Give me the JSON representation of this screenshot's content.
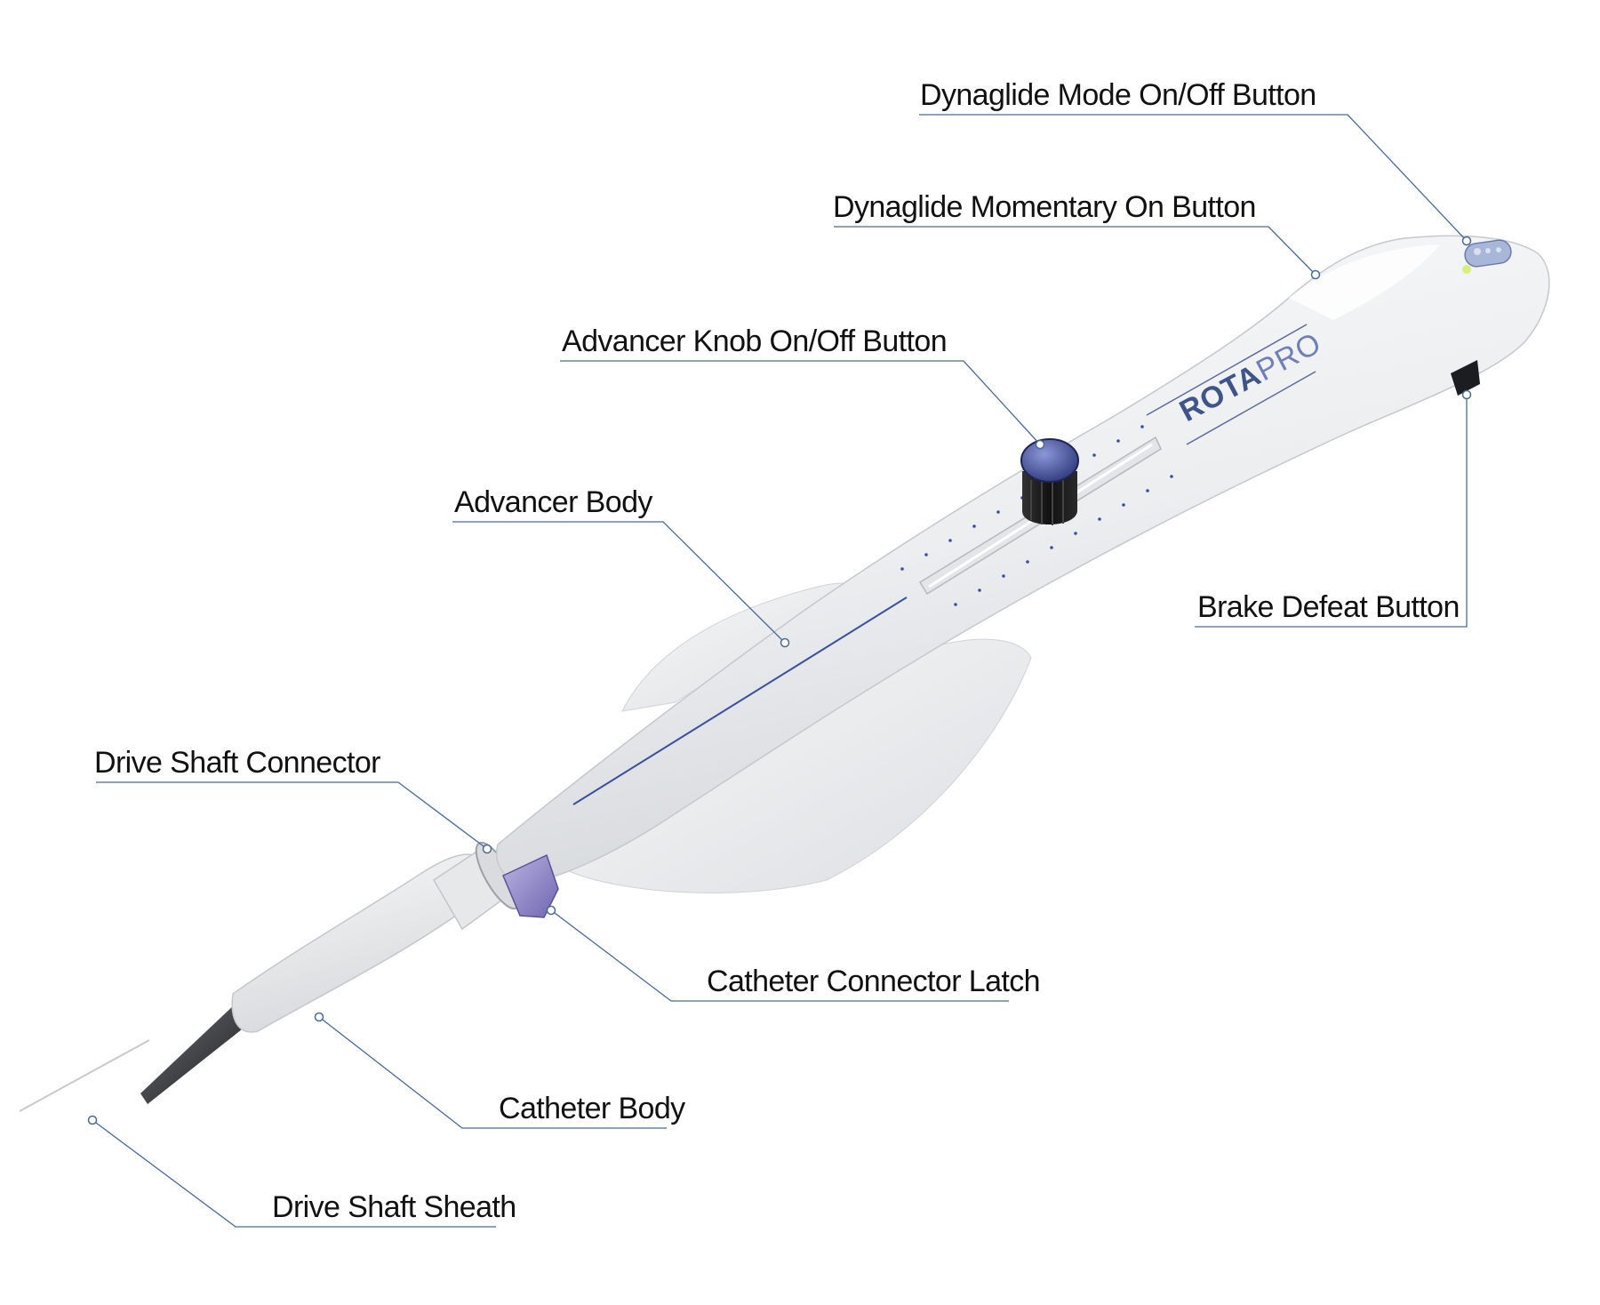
{
  "device": {
    "brand_primary": "ROTA",
    "brand_secondary": "PRO"
  },
  "labels": {
    "dynaglide_mode": "Dynaglide  Mode On/Off Button",
    "dynaglide_momentary": "Dynaglide Momentary On Button",
    "advancer_knob": "Advancer Knob On/Off Button",
    "advancer_body": "Advancer Body",
    "brake_defeat": "Brake Defeat Button",
    "drive_shaft_connector": "Drive Shaft Connector",
    "catheter_connector_latch": "Catheter Connector Latch",
    "catheter_body": "Catheter Body",
    "drive_shaft_sheath": "Drive Shaft Sheath"
  },
  "colors": {
    "leader_line": "#4a6a94",
    "brand_blue": "#3f5488",
    "accent_blue": "#3a4fa0",
    "device_body": "#f1f2f3"
  }
}
